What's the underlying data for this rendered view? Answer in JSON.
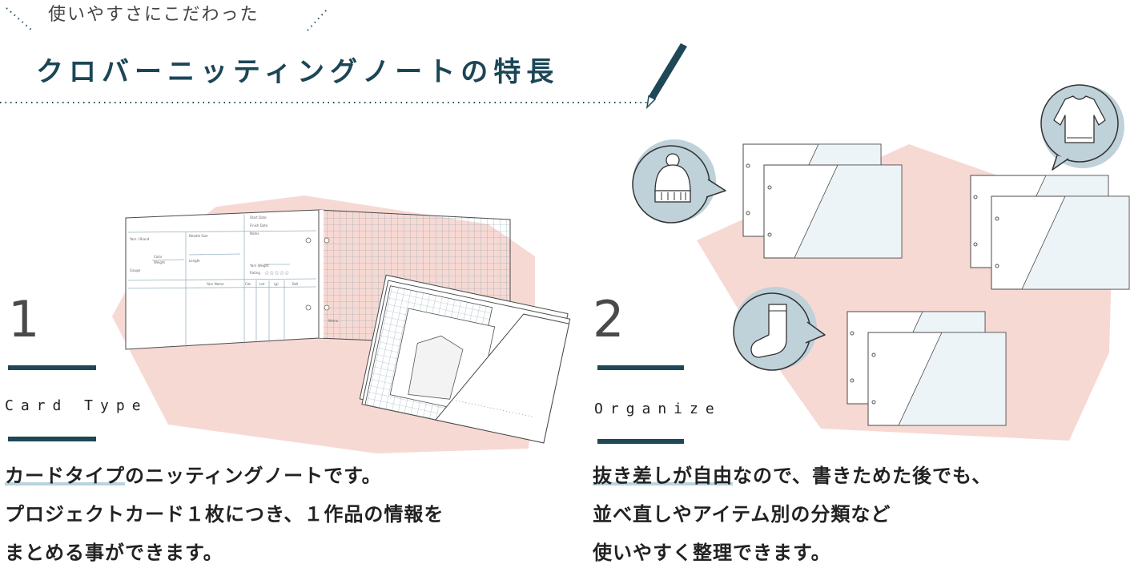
{
  "header": {
    "kicker": "使いやすさにこだわった",
    "title": "クロバーニッティングノートの特長"
  },
  "features": [
    {
      "number": "1",
      "label": "Card Type",
      "desc_highlight": "カードタイプ",
      "desc_line1_rest": "のニッティングノートです。",
      "desc_line2": "プロジェクトカード１枚につき、１作品の情報を",
      "desc_line3": "まとめる事ができます。"
    },
    {
      "number": "2",
      "label": "Organize",
      "desc_highlight": "抜き差しが自由",
      "desc_line1_rest": "なので、書きためた後でも、",
      "desc_line2": "並べ直しやアイテム別の分類など",
      "desc_line3": "使いやすく整理できます。"
    }
  ],
  "card": {
    "field_start": "Start Date",
    "field_finish": "Finish Date",
    "field_brand": "Yarn / Brand",
    "field_needle": "Needle Size",
    "field_color": "Color",
    "field_weight": "Weight",
    "field_length": "Length",
    "field_gauge": "Gauge",
    "field_notes": "Notes",
    "field_rating": "Rating",
    "field_yarn_weight": "Yarn Weight",
    "field_yarn_name": "Yarn Name",
    "field_memo": "Memo",
    "rating_stars": "☆☆☆☆☆",
    "col_cat": "Cat.",
    "col_lot": "Lot",
    "col_g": "(g)",
    "col_ball": "Ball"
  },
  "icons": [
    "beanie-icon",
    "sweater-icon",
    "sock-icon",
    "pencil-icon"
  ],
  "colors": {
    "accent": "#1e4757",
    "blob": "#f7d9d3",
    "bubble": "#bfd1d9",
    "panel": "#edf4f7"
  }
}
